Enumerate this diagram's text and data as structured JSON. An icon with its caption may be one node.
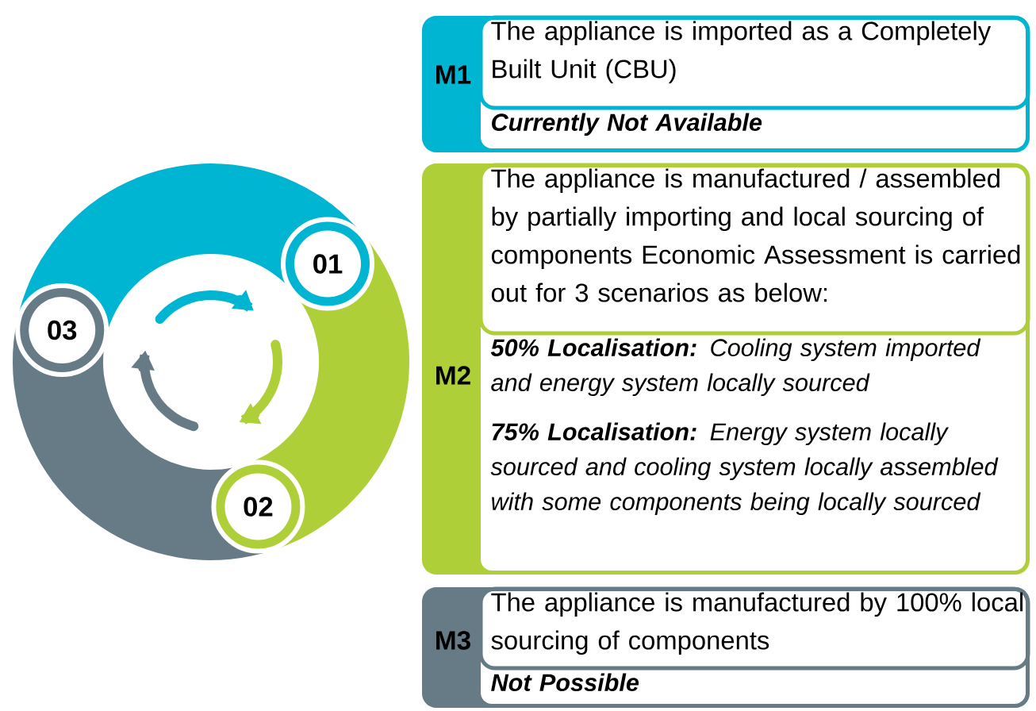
{
  "diagram": {
    "nodes": [
      {
        "text": [
          "01"
        ]
      },
      {
        "text": [
          "02"
        ]
      },
      {
        "text": [
          "03"
        ]
      },
      {
        "text": [
          "M1",
          "The appliance is imported as a Completely Built Unit (CBU)",
          "Currently Not Available"
        ]
      },
      {
        "text": [
          "M2",
          "The appliance is manufactured / assembled by partially importing and local sourcing of components Economic Assessment is carried out for 3 scenarios as below:",
          "**50% Localisation:** Cooling system imported and energy system locally sourced",
          "**75% Localisation:** Energy system locally sourced and cooling system locally assembled with some components being locally sourced"
        ]
      },
      {
        "text": [
          "M3",
          "The appliance is manufactured by 100% local sourcing of components",
          "Not Possible"
        ]
      }
    ]
  }
}
